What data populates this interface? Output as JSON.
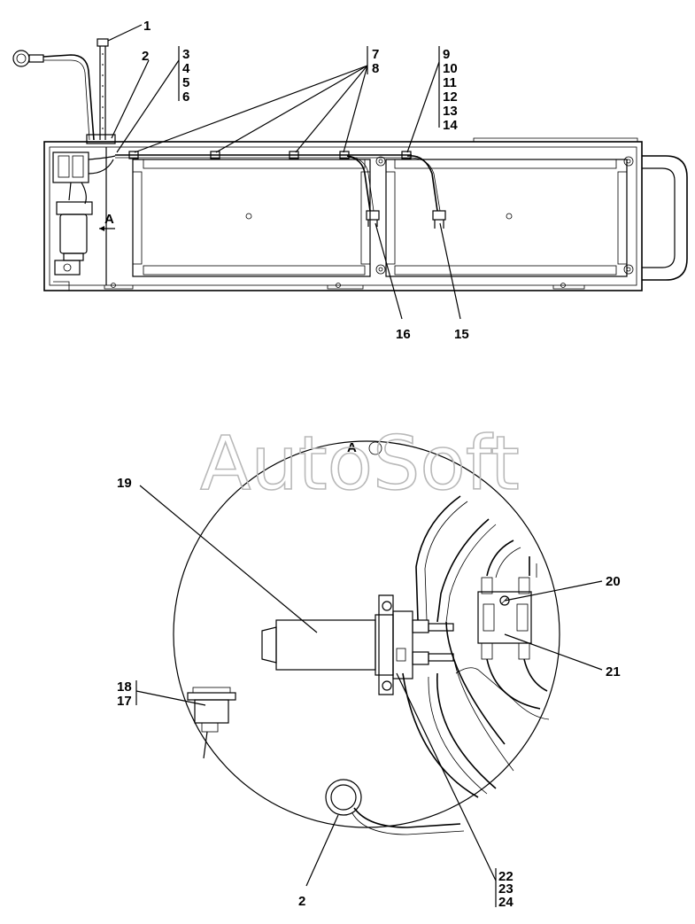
{
  "watermark": "AutoSoft",
  "view_marker": "A",
  "callouts_top": {
    "c1": "1",
    "c2": "2",
    "c3": "3",
    "c4": "4",
    "c5": "5",
    "c6": "6",
    "c7": "7",
    "c8": "8",
    "c9": "9",
    "c10": "10",
    "c11": "11",
    "c12": "12",
    "c13": "13",
    "c14": "14",
    "c15": "15",
    "c16": "16"
  },
  "callouts_detail": {
    "c17": "17",
    "c18": "18",
    "c19": "19",
    "c20": "20",
    "c21": "21",
    "c22": "22",
    "c23": "23",
    "c24": "24",
    "c2b": "2"
  }
}
